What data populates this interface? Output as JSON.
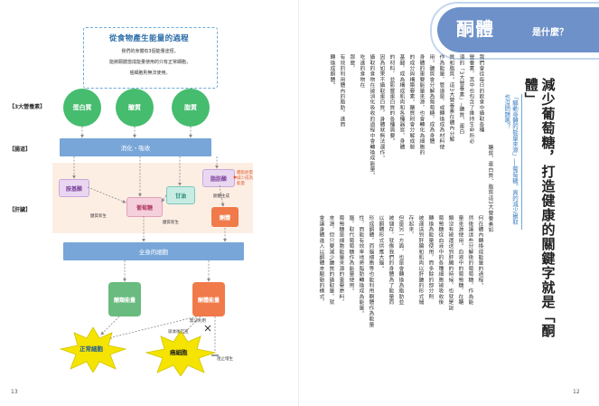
{
  "left_page": {
    "page_number": "13",
    "summary_box": {
      "title": "從食物產生能量的過程",
      "line1": "我們的身體有3個能量途徑。",
      "line2": "能將酮體當成能量使用的只有正常細胞，",
      "line3": "癌細胞則無法使用。"
    },
    "nutrients": [
      "蛋白質",
      "醣質",
      "脂質"
    ],
    "side_labels": {
      "nutrients": "【3大營養素】",
      "gut": "【腸道】",
      "liver": "【肝臟】"
    },
    "digestion_label": "消化・吸收",
    "nodes": {
      "amino_acid": "胺基酸",
      "glucose": "葡萄糖",
      "glycerol": "甘油",
      "fatty_acid": "脂肪酸",
      "ketone": "酮體",
      "body_cells": "全身的細胞",
      "glucose_energy": "醣類能量",
      "ketone_energy": "酮體能量"
    },
    "notes": {
      "gluconeo_1": "醣質新生",
      "gluconeo_2": "醣質新生",
      "fat_storage": "體脂肪量減少成為能量",
      "ketone_production": "酮體生成",
      "no_use": "無法利用",
      "absorb": "吸收後冗進",
      "proliferation": "阻止增生"
    },
    "normal_cell": "正常細胞",
    "cancer_cell": "癌細胞"
  },
  "right_page": {
    "page_number": "12",
    "title": "酮體",
    "title_suffix": "是什麼？",
    "headline": "減少葡萄糖，打造健康的關鍵字就是「酮體」",
    "pull_quote": "「驅動身體的能量來源」──葡萄糖。真的減少攝取也沒問題嗎？",
    "body_columns": [
      "我們會從每日的飲食中攝取各種",
      "營養素，其中也包含了維持生命所必",
      "須的「3大營養素」─醣質、蛋白",
      "質和脂質。這3大營養素在體內分解",
      "作為能量，管道是，或轉換成為材料使",
      "用。醣質會分解為葡萄糖，成為身體",
      "身體的重要能量來源，也會轉化為細胞的",
      "的成分與構築要素。醣質則會分解成胺",
      "基酸，成為構成肌肉和各種器官、身體",
      "的材料，並影響蛋白質的各種需要。",
      "因為如果不攝取蛋白質，身體就無法運作。",
      "攝取的食物在被消化吸收的過程中會轉換成能量。",
      "吃進的食物在",
      "那麼，",
      "醣質、蛋白質、脂質這3大營養素如",
      "何在體內轉換成能量的過程。",
      "然後讓這些分解後的葡萄糖，作為能",
      "量來源使用。血液中的葡萄糖，在醣",
      "類沒有被運送到肝臟的時候，也就是說",
      "葡萄糖從血液中的各種細胞被吸收後",
      "轉換為能量使用，而多餘的部分則",
      "被運送到肝臟和肌肉以肝醣的形式儲",
      "存起來，",
      "但是另一方面，也是會轉換為脂肪並",
      "被儲存，就像我們的身體為了能量而",
      "以酮體形式供應大腦。"
    ],
    "body_lower": [
      "形成酮體，而腦細胞等也能利用酮體作為能量",
      "性，而能有效率地將脂肪轉換成為能量。",
      "腦，取代葡萄糖作為能量使用。",
      "葡萄糖是細胞能量來源的重要原料，",
      "來源，但只要減少醣質的攝取量，就",
      "會讓身體進入以酮體來驅動的模式，",
      "有效的利用體內的脂肪，進而",
      "轉換成酮體。"
    ]
  }
}
